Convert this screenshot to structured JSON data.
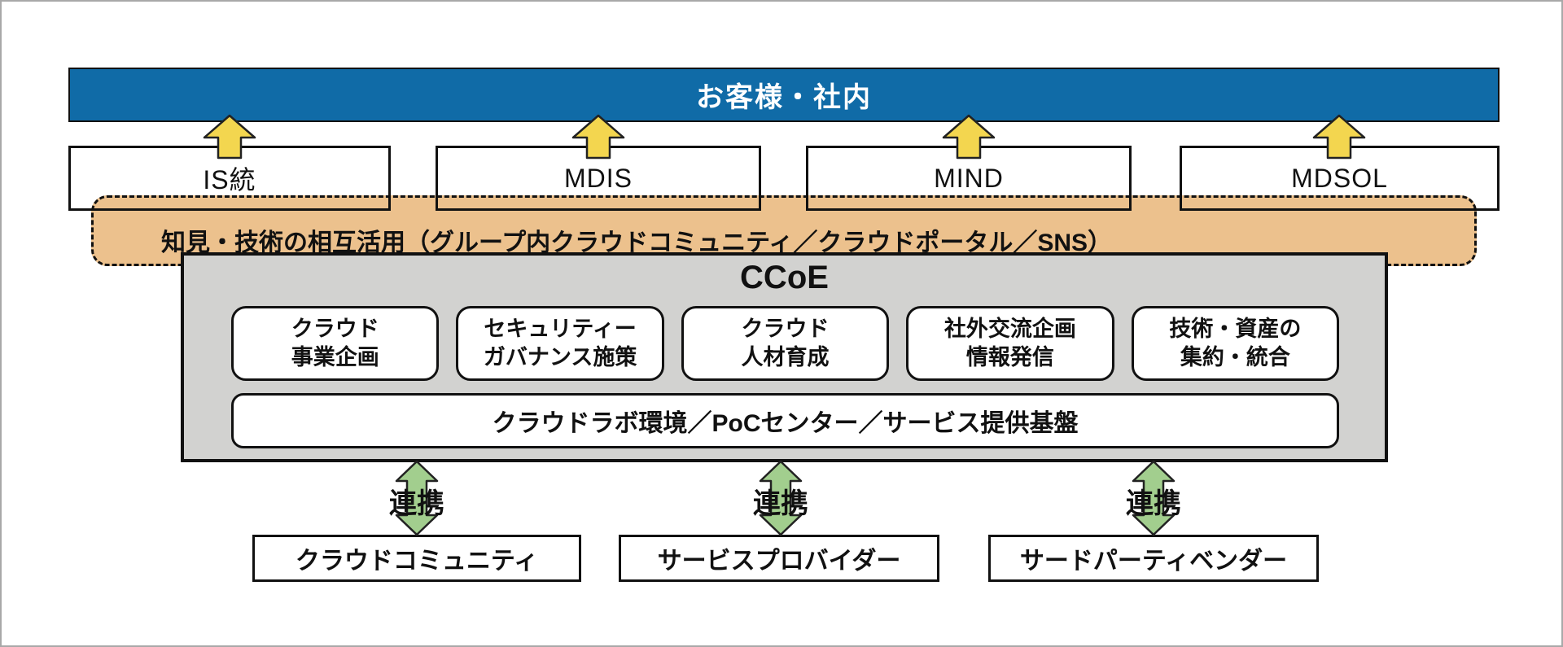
{
  "top_bar": {
    "label": "お客様・社内"
  },
  "companies": [
    {
      "label": "IS統"
    },
    {
      "label": "MDIS"
    },
    {
      "label": "MIND"
    },
    {
      "label": "MDSOL"
    }
  ],
  "band": {
    "label": "知見・技術の相互活用（グループ内クラウドコミュニティ／クラウドポータル／SNS）"
  },
  "ccoe": {
    "title": "CCoE",
    "functions": [
      {
        "line1": "クラウド",
        "line2": "事業企画"
      },
      {
        "line1": "セキュリティー",
        "line2": "ガバナンス施策"
      },
      {
        "line1": "クラウド",
        "line2": "人材育成"
      },
      {
        "line1": "社外交流企画",
        "line2": "情報発信"
      },
      {
        "line1": "技術・資産の",
        "line2": "集約・統合"
      }
    ],
    "platform": {
      "label": "クラウドラボ環境／PoCセンター／サービス提供基盤"
    }
  },
  "connections": [
    {
      "label": "連携"
    },
    {
      "label": "連携"
    },
    {
      "label": "連携"
    }
  ],
  "partners": [
    {
      "label": "クラウドコミュニティ"
    },
    {
      "label": "サービスプロバイダー"
    },
    {
      "label": "サードパーティベンダー"
    }
  ],
  "colors": {
    "bar_blue": "#106BA7",
    "band_orange": "#ECC18D",
    "ccoe_gray": "#D2D2D0",
    "arrow_yellow": "#F3D64F",
    "arrow_green": "#A2CE8E"
  }
}
